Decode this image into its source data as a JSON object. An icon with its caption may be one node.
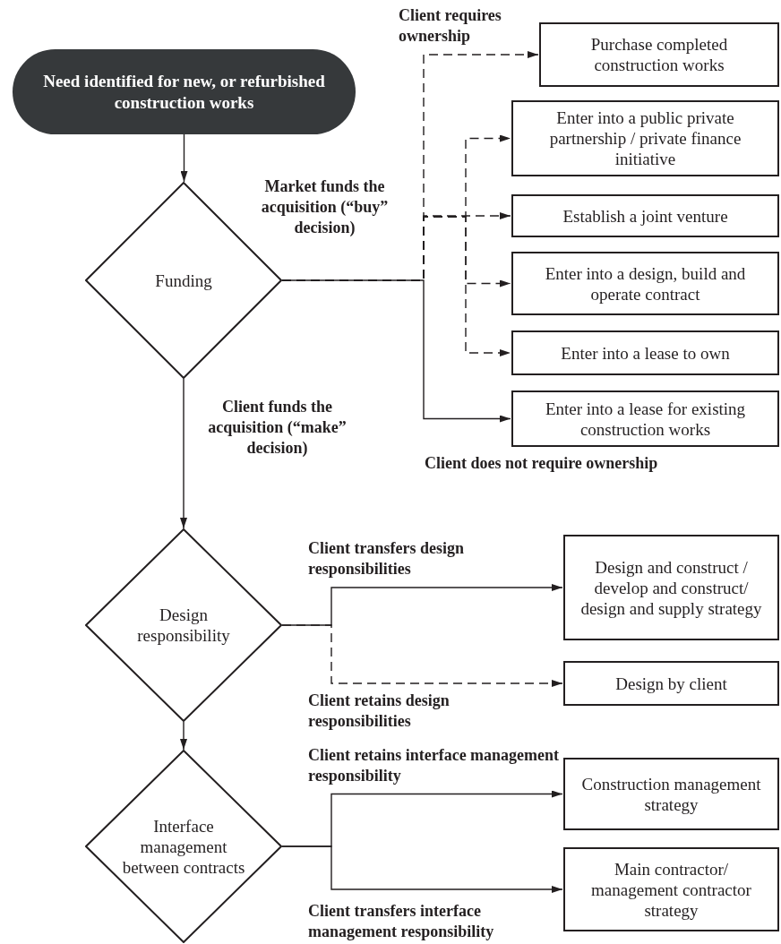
{
  "diagram": {
    "nodes": [
      {
        "text": [
          "Need identified for new, or refurbished construction works"
        ]
      },
      {
        "text": [
          "Funding"
        ]
      },
      {
        "text": [
          "Purchase completed construction works"
        ]
      },
      {
        "text": [
          "Enter into a public private partnership / private finance initiative"
        ]
      },
      {
        "text": [
          "Establish a joint venture"
        ]
      },
      {
        "text": [
          "Enter into a design, build and operate contract"
        ]
      },
      {
        "text": [
          "Enter into a lease to own"
        ]
      },
      {
        "text": [
          "Enter into a lease for existing construction works"
        ]
      },
      {
        "text": [
          "Design responsibility"
        ]
      },
      {
        "text": [
          "Design and construct / develop and construct/ design and supply strategy"
        ]
      },
      {
        "text": [
          "Design by client"
        ]
      },
      {
        "text": [
          "Interface management between contracts"
        ]
      },
      {
        "text": [
          "Construction management strategy"
        ]
      },
      {
        "text": [
          "Main contractor/ management contractor strategy"
        ]
      }
    ],
    "edges": [
      {
        "from": 0,
        "to": 1,
        "arrow": "to"
      },
      {
        "from": 1,
        "to": 2,
        "arrow": "to",
        "style": "dashed"
      },
      {
        "from": 1,
        "to": 3,
        "arrow": "to",
        "style": "dashed"
      },
      {
        "from": 1,
        "to": 4,
        "arrow": "to",
        "style": "dashed"
      },
      {
        "from": 1,
        "to": 5,
        "arrow": "to",
        "style": "dashed"
      },
      {
        "from": 1,
        "to": 6,
        "arrow": "to",
        "style": "dashed"
      },
      {
        "from": 1,
        "to": 7,
        "arrow": "to"
      },
      {
        "from": 1,
        "to": 8,
        "arrow": "to"
      },
      {
        "from": 8,
        "to": 9,
        "arrow": "to"
      },
      {
        "from": 8,
        "to": 10,
        "arrow": "to",
        "style": "dashed"
      },
      {
        "from": 8,
        "to": 11,
        "arrow": "to"
      },
      {
        "from": 11,
        "to": 12,
        "arrow": "to"
      },
      {
        "from": 11,
        "to": 13,
        "arrow": "to"
      }
    ],
    "labels": [
      "Client requires ownership",
      "Market funds the acquisition (“buy” decision)",
      "Client funds the acquisition (“make” decision)",
      "Client does not require ownership",
      "Client transfers design responsibilities",
      "Client retains design responsibilities",
      "Client retains interface management responsibility",
      "Client transfers interface management responsibility"
    ]
  }
}
